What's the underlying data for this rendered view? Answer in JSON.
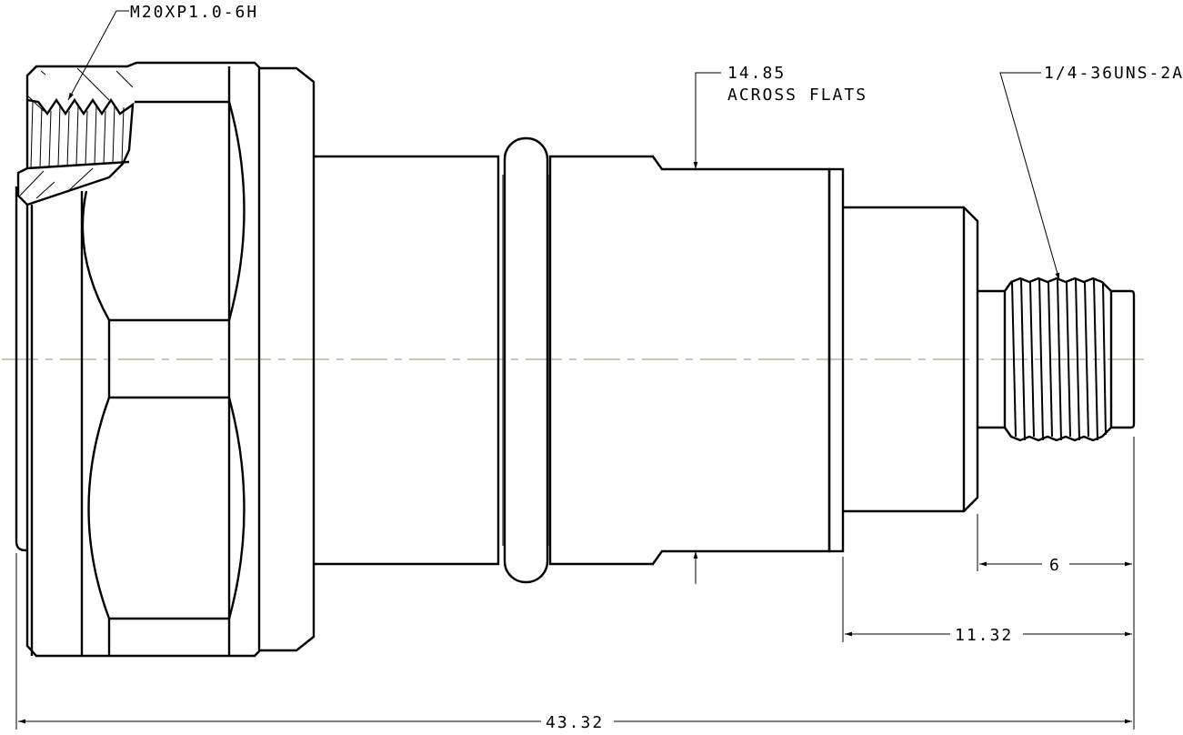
{
  "callouts": {
    "nut_thread": "M20XP1.0-6H",
    "flats_value": "14.85",
    "flats_label": "ACROSS FLATS",
    "pin_thread": "1/4-36UNS-2A"
  },
  "dimensions": {
    "thread_length": "6",
    "rear_length": "11.32",
    "overall_length": "43.32"
  },
  "colors": {
    "line": "#000000",
    "centerline": "#b5a58a"
  }
}
